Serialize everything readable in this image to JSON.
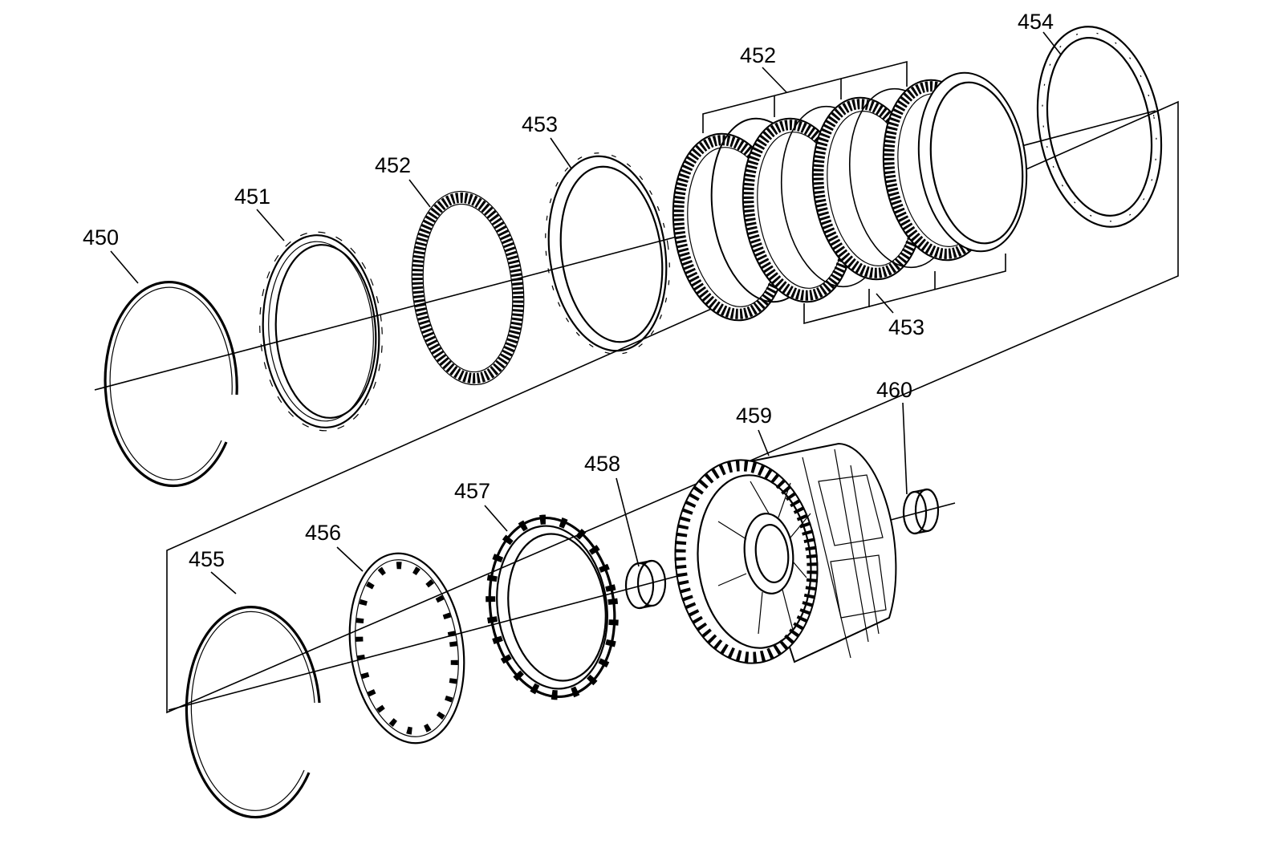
{
  "colors": {
    "line": "#000000",
    "background": "#ffffff"
  },
  "labels": [
    {
      "id": "450",
      "text": "450"
    },
    {
      "id": "451",
      "text": "451"
    },
    {
      "id": "452a",
      "text": "452"
    },
    {
      "id": "453a",
      "text": "453"
    },
    {
      "id": "452b",
      "text": "452"
    },
    {
      "id": "453b",
      "text": "453"
    },
    {
      "id": "454",
      "text": "454"
    },
    {
      "id": "455",
      "text": "455"
    },
    {
      "id": "456",
      "text": "456"
    },
    {
      "id": "457",
      "text": "457"
    },
    {
      "id": "458",
      "text": "458"
    },
    {
      "id": "459",
      "text": "459"
    },
    {
      "id": "460",
      "text": "460"
    }
  ]
}
